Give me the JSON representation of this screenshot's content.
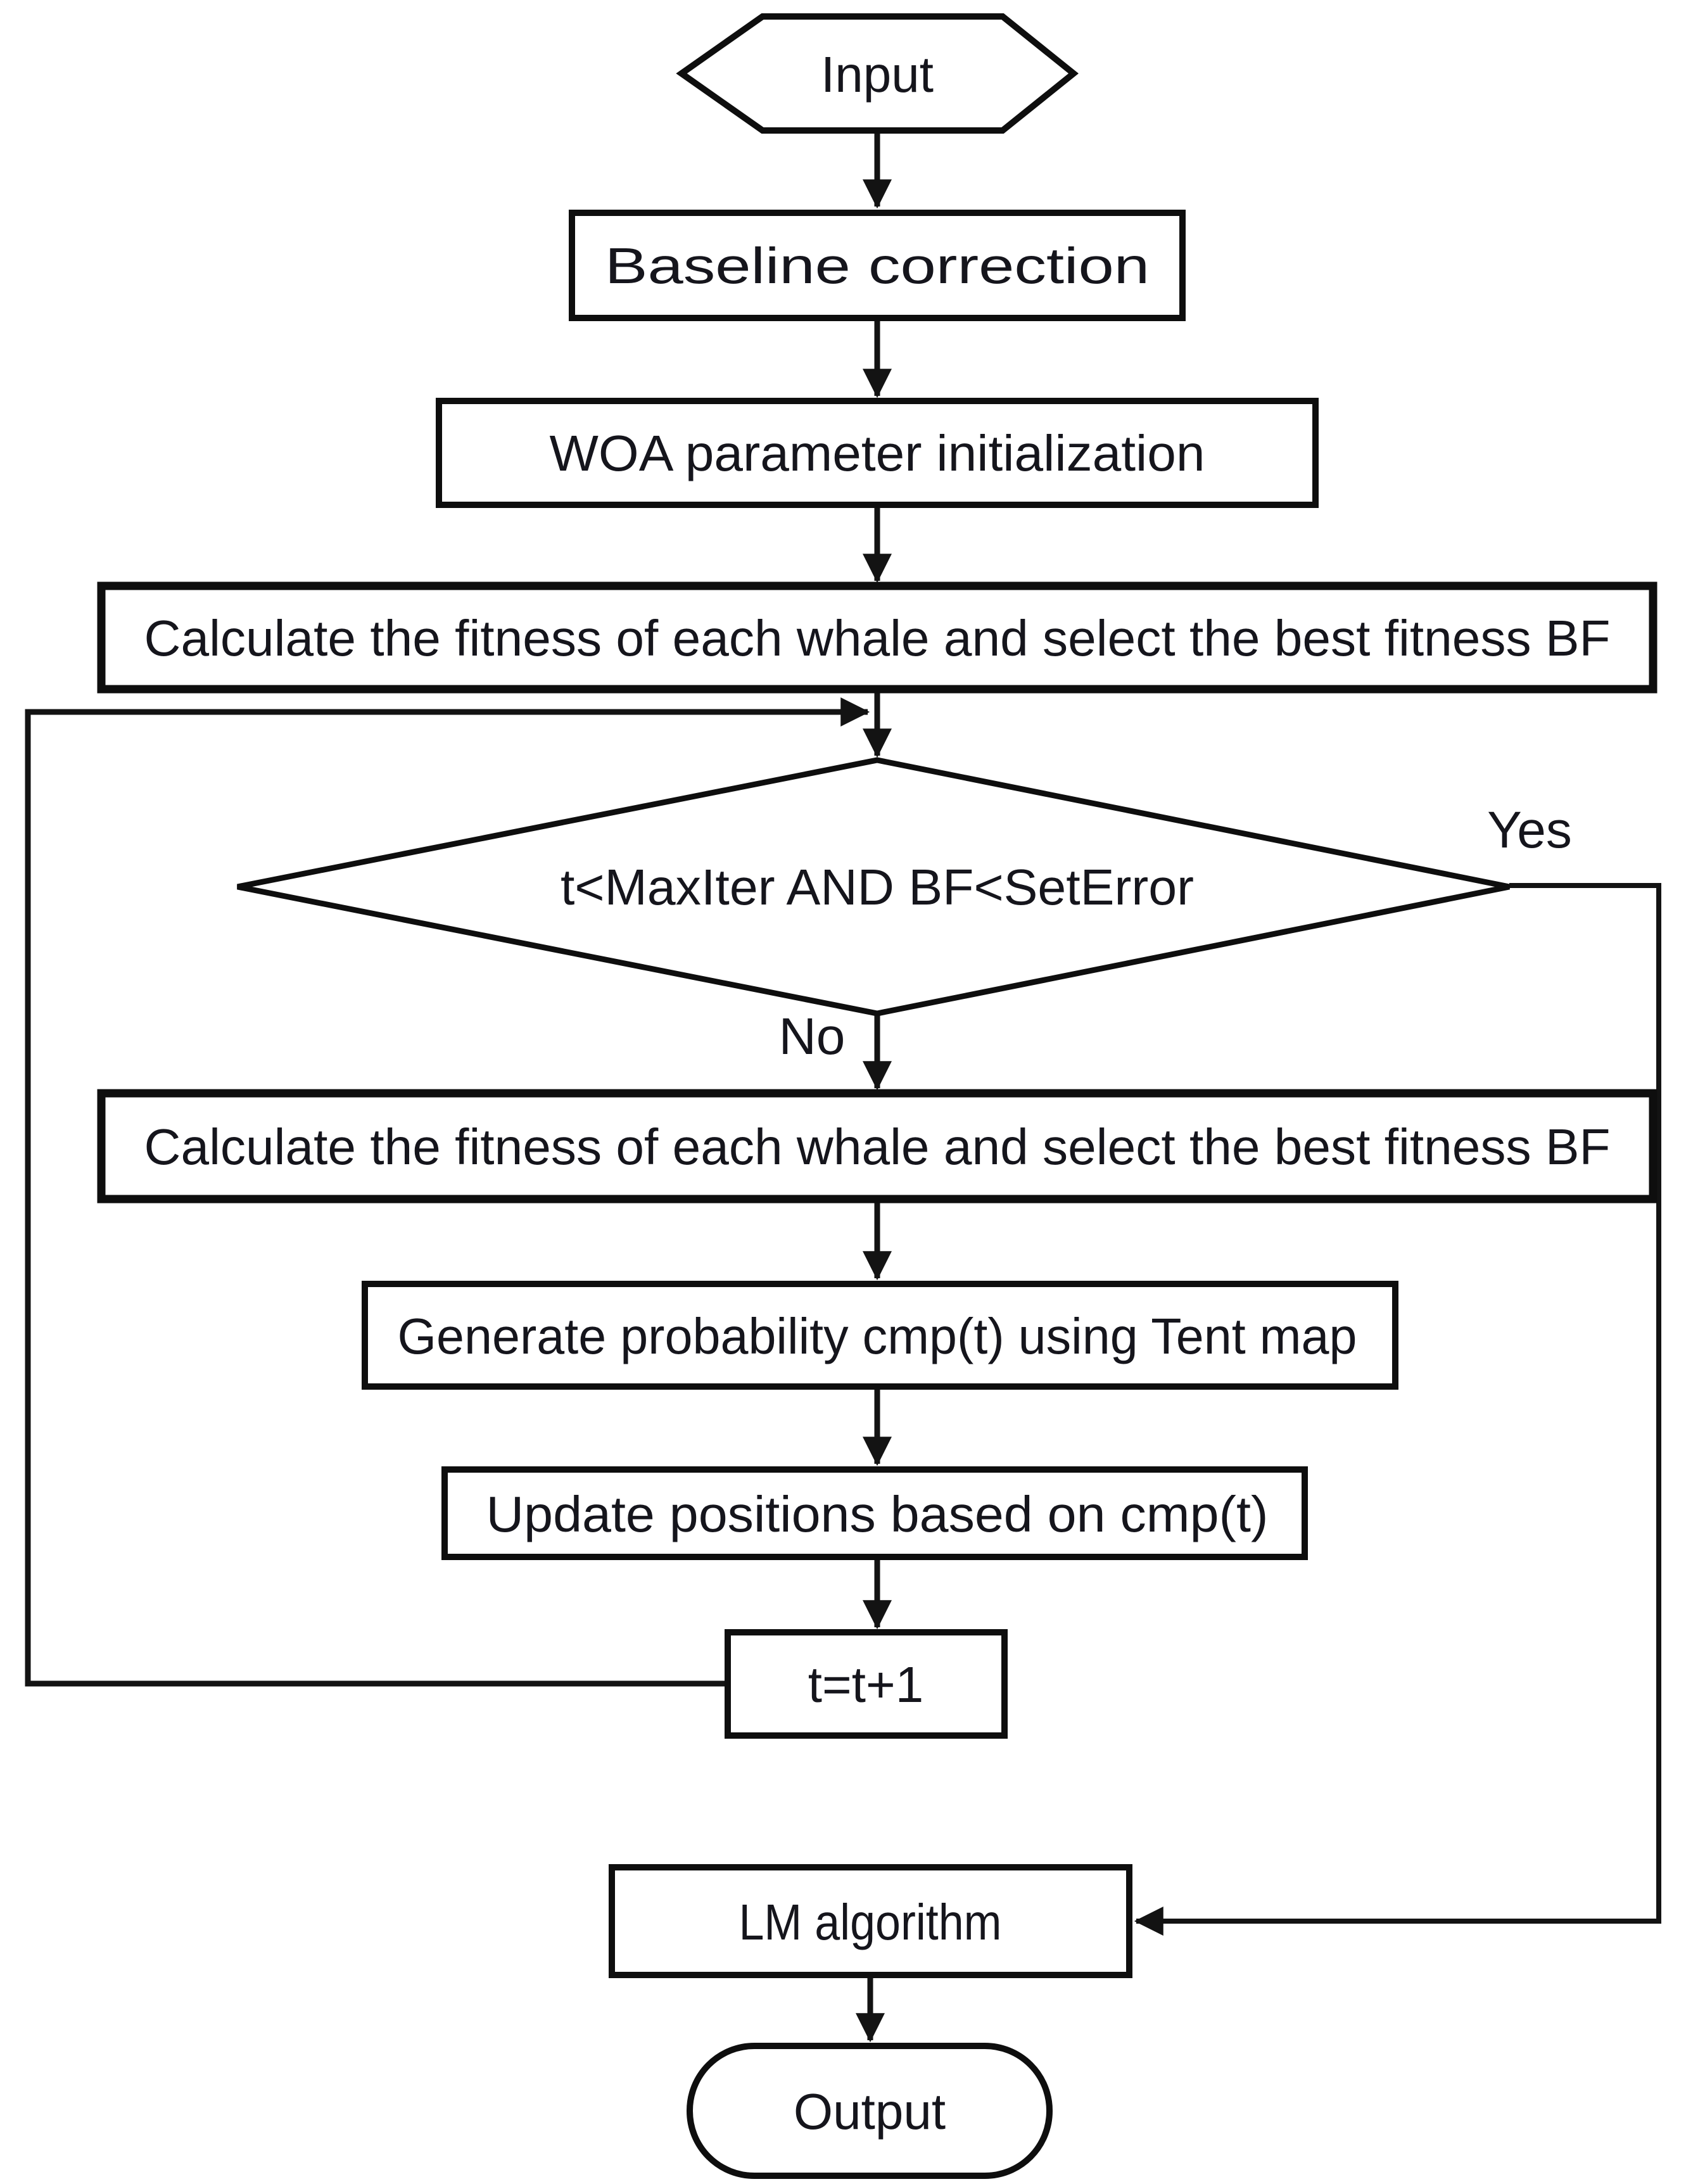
{
  "figure": {
    "background_color": "#ffffff",
    "stroke_color": "#0e0e0e",
    "text_color": "#15151c",
    "nodes": {
      "input": {
        "shape": "hexagon",
        "label": "Input"
      },
      "baseline_correction": {
        "shape": "process",
        "label": "Baseline correction"
      },
      "woa_init": {
        "shape": "process",
        "label": "WOA parameter initialization"
      },
      "calc_fitness_1": {
        "shape": "process",
        "label": "Calculate the fitness of each whale and select the best fitness BF"
      },
      "loop_condition": {
        "shape": "decision",
        "label": "t<MaxIter AND BF<SetError"
      },
      "calc_fitness_2": {
        "shape": "process",
        "label": "Calculate the fitness of each whale and select the best fitness BF"
      },
      "generate_probability": {
        "shape": "process",
        "label": "Generate probability cmp(t) using Tent map"
      },
      "update_positions": {
        "shape": "process",
        "label": "Update positions based on cmp(t)"
      },
      "increment_t": {
        "shape": "process",
        "label": "t=t+1"
      },
      "lm_algorithm": {
        "shape": "process",
        "label": "LM algorithm"
      },
      "output": {
        "shape": "terminator",
        "label": "Output"
      }
    },
    "edge_labels": {
      "yes": "Yes",
      "no": "No"
    }
  }
}
